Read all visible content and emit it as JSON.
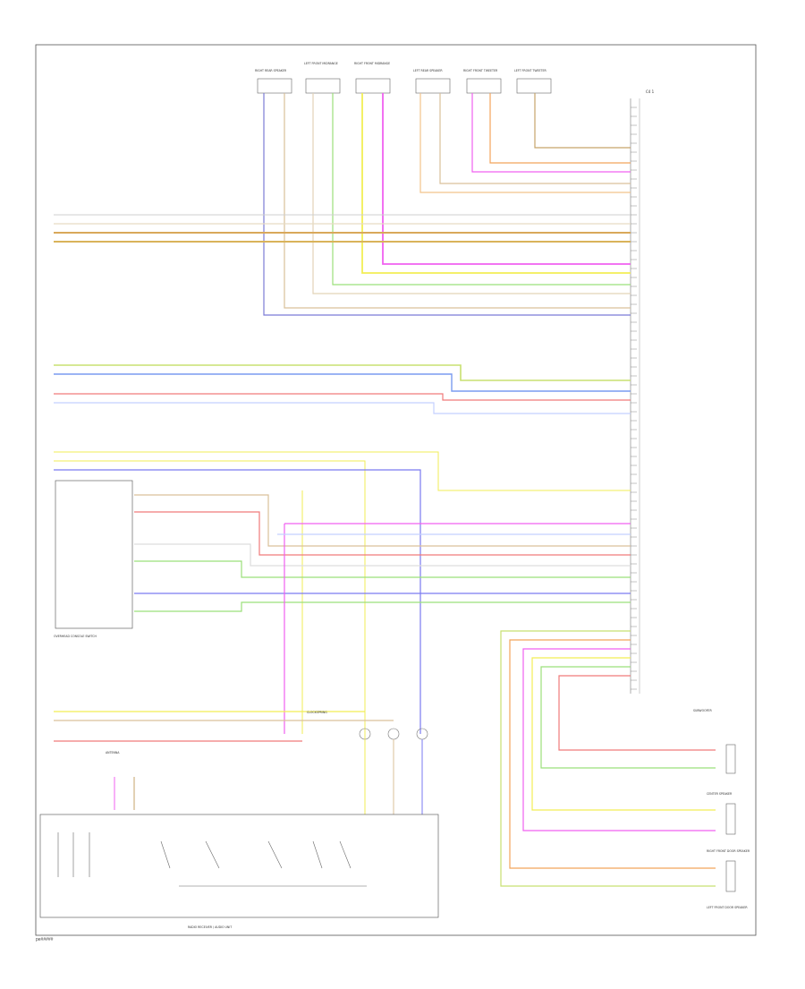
{
  "footer": {
    "page_id": "pe#####"
  },
  "components": {
    "radio_bottom": "RADIO RECEIVER / AUDIO UNIT",
    "overhead": "OVERHEAD CONSOLE SWITCH",
    "antenna": "ANTENNA",
    "clockspring": "CLOCKSPRING",
    "speakers_top": [
      "RIGHT REAR SPEAKER",
      "LEFT FRONT MIDRANGE",
      "RIGHT FRONT MIDRANGE",
      "LEFT REAR SPEAKER",
      "RIGHT FRONT TWEETER",
      "LEFT FRONT TWEETER"
    ],
    "speakers_right": [
      "RIGHT FRONT DOOR SPEAKER",
      "CENTER SPEAKER",
      "LEFT FRONT DOOR SPEAKER"
    ],
    "subwoofer": "SUBWOOFER",
    "connector": "C4",
    "right_connector": "C4 1"
  },
  "colors": {
    "violet": "#7b7bd6",
    "tan": "#d9c09a",
    "green": "#9be07a",
    "yellow": "#f2ee55",
    "magenta": "#f060f0",
    "orange": "#f2a45a",
    "pink": "#f07a7a",
    "blue": "#7a9cf0",
    "lime": "#c8e070",
    "gray": "#b8b8b8",
    "brown": "#c6a36a"
  }
}
